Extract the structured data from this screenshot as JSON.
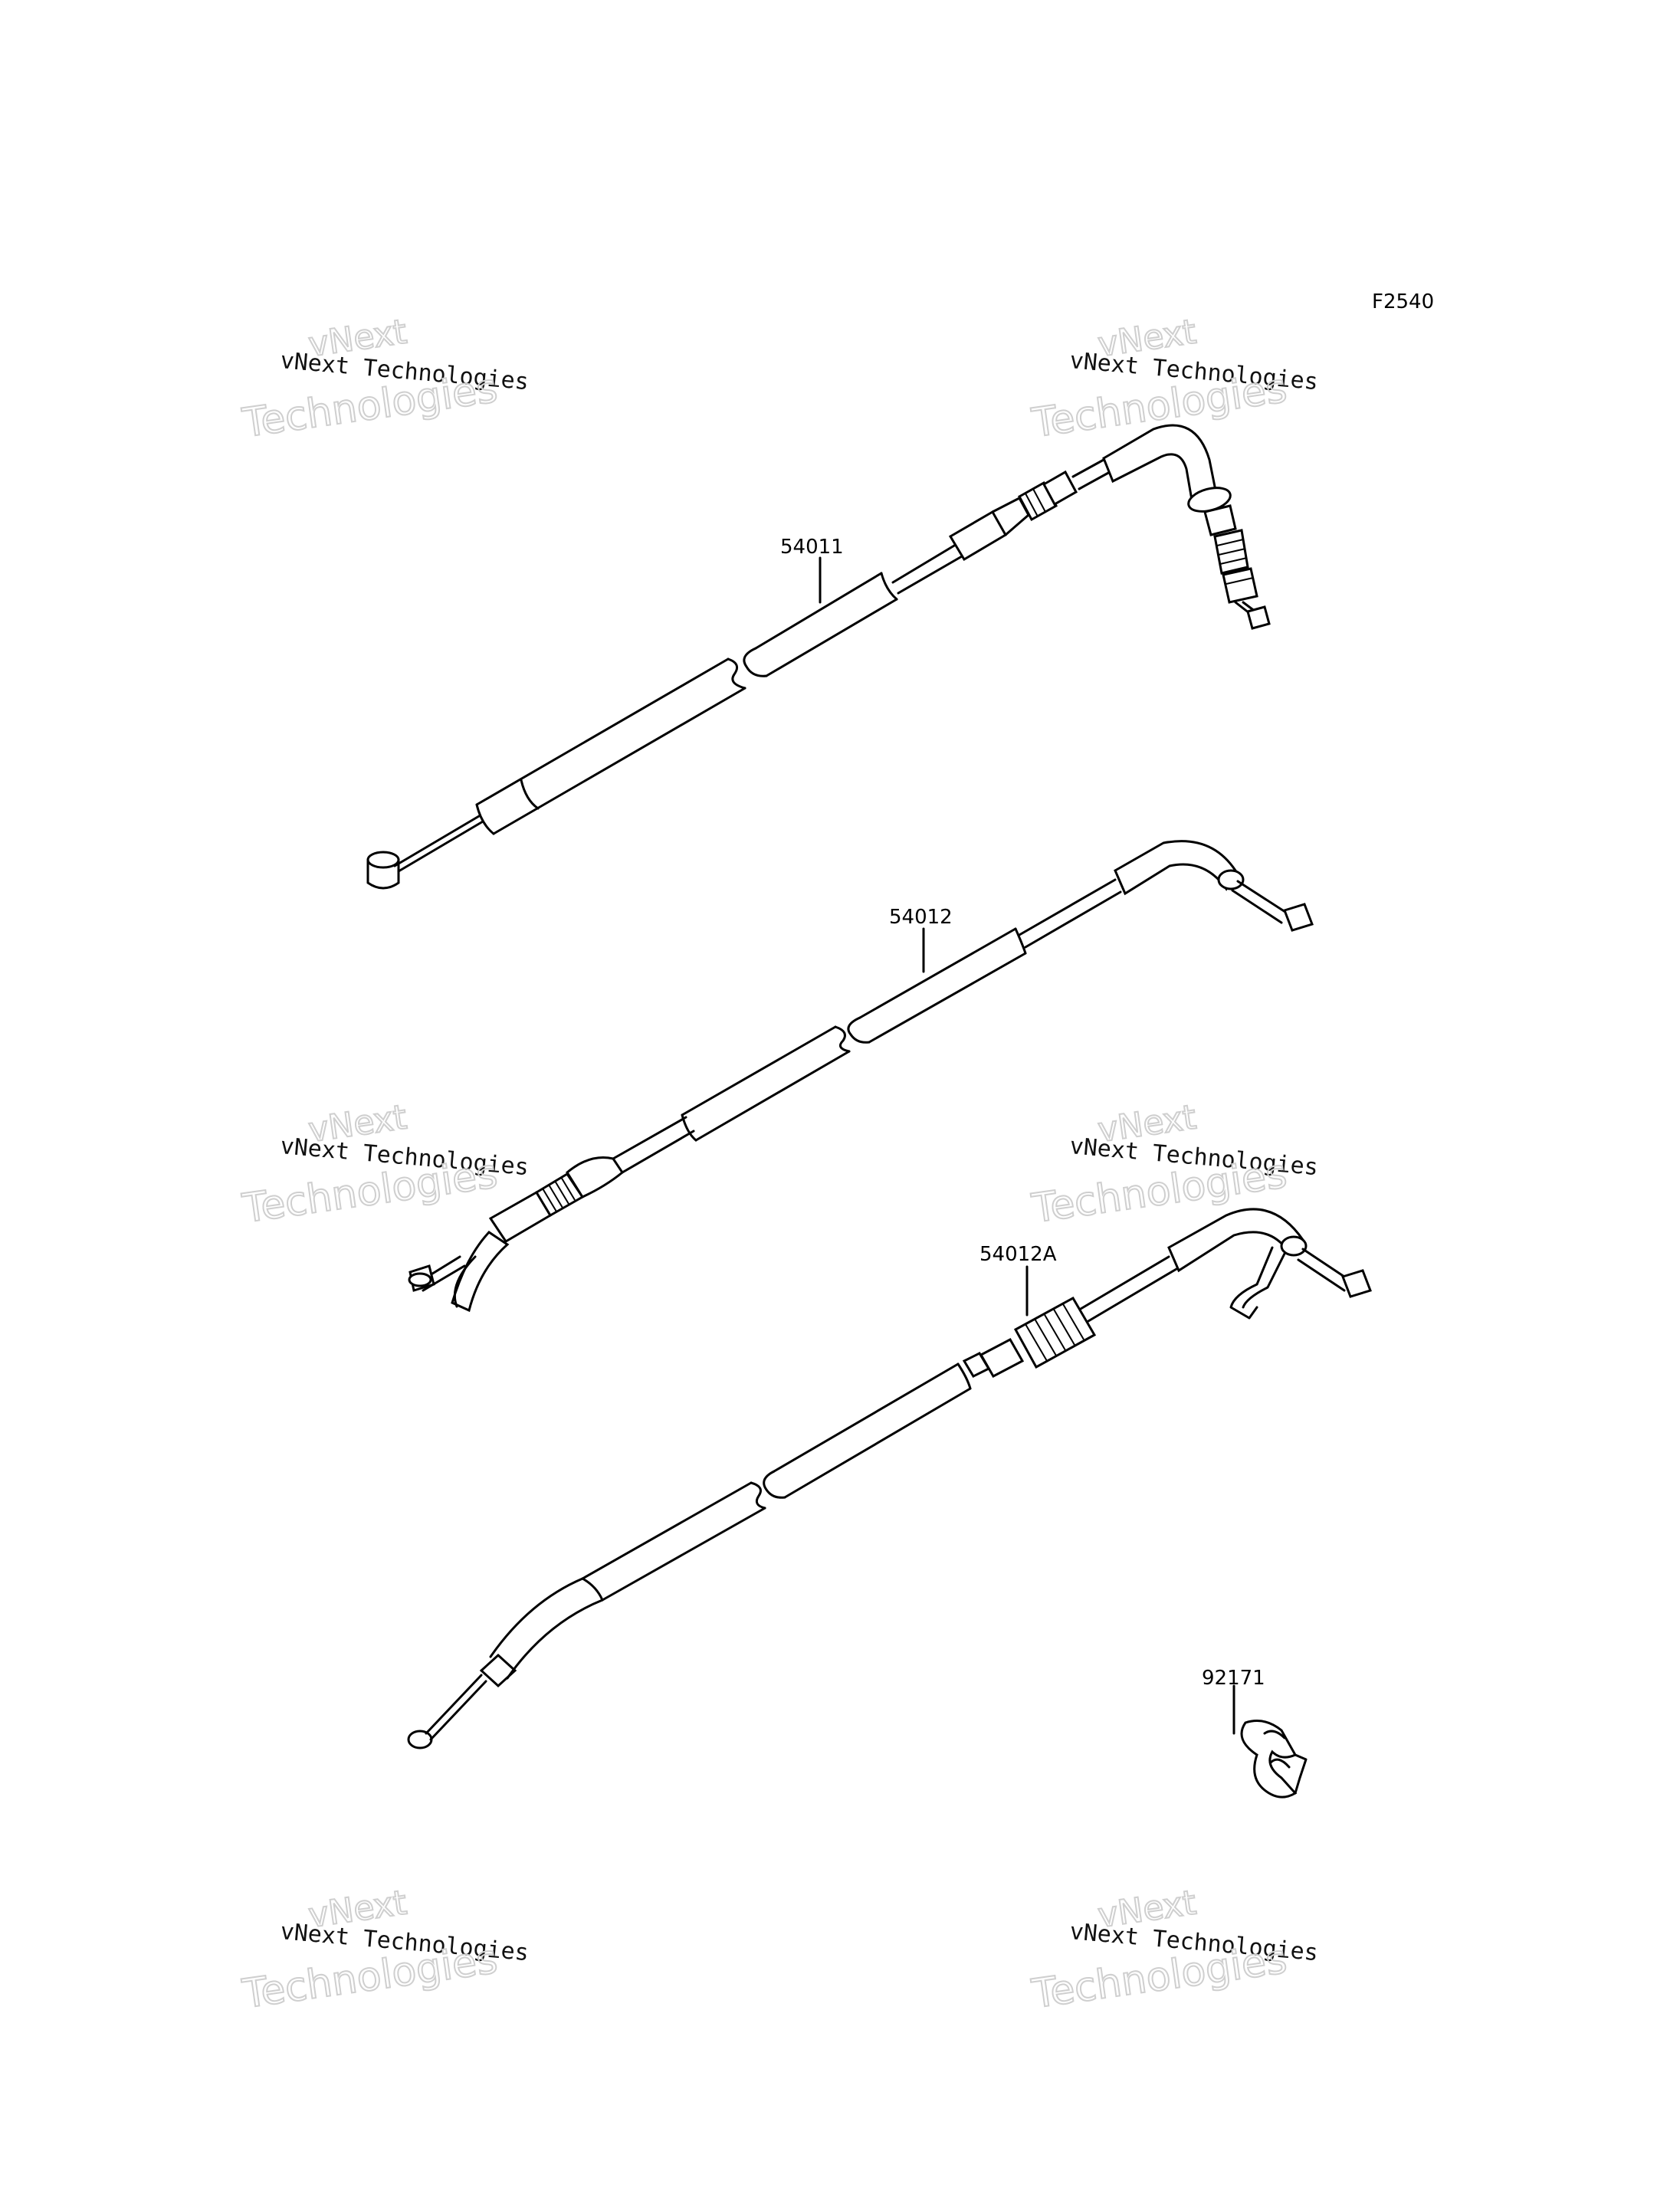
{
  "figure_code": "F2540",
  "watermark": {
    "line1": "vNext Technologies",
    "line2": "vNext",
    "line3": "Technologies"
  },
  "parts": [
    {
      "number": "54011"
    },
    {
      "number": "54012"
    },
    {
      "number": "54012A"
    },
    {
      "number": "92171"
    }
  ]
}
